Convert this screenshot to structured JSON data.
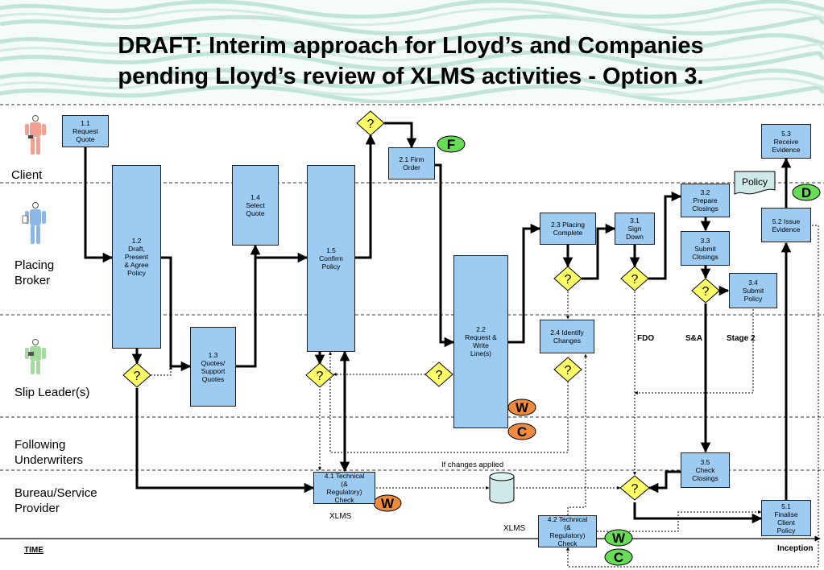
{
  "title": {
    "line1": "DRAFT: Interim approach for Lloyd’s and Companies",
    "line2": "pending Lloyd’s review of XLMS activities - Option 3."
  },
  "lanes": {
    "client": "Client",
    "placing_broker": "Placing\nBroker",
    "slip_leader": "Slip Leader(s)",
    "following": "Following\nUnderwriters",
    "bureau": "Bureau/Service\nProvider"
  },
  "boxes": {
    "b1_1": "1.1\nRequest\nQuote",
    "b1_2": "1.2\nDraft,\nPresent\n& Agree\nPolicy",
    "b1_3": "1.3\nQuotes/\nSupport\nQuotes",
    "b1_4": "1.4\nSelect\nQuote",
    "b1_5": "1.5\nConfirm\nPolicy",
    "b2_1": "2.1 Firm\nOrder",
    "b2_2": "2.2\nRequest &\nWrite\nLine(s)",
    "b2_3": "2.3 Placing\nComplete",
    "b2_4": "2.4 Identify\nChanges",
    "b3_1": "3.1\nSign\nDown",
    "b3_2": "3.2\nPrepare\nClosings",
    "b3_3": "3.3\nSubmit\nClosings",
    "b3_4": "3.4\nSubmit\nPolicy",
    "b3_5": "3.5\nCheck\nClosings",
    "b4_1": "4.1 Technical\n(&\nRegulatory)\nCheck",
    "b4_2": "4.2 Technical\n(&\nRegulatory)\nCheck",
    "b5_1": "5.1\nFinalise\nClient\nPolicy",
    "b5_2": "5.2 Issue\nEvidence",
    "b5_3": "5.3\nReceive\nEvidence"
  },
  "decision_symbol": "?",
  "badges": {
    "f": "F",
    "d": "D",
    "w": "W",
    "c": "C"
  },
  "document": "Policy",
  "notes": {
    "fdo": "FDO",
    "sa": "S&A",
    "stage2": "Stage 2",
    "if_changes": "If changes applied",
    "xlms": "XLMS",
    "time": "TIME",
    "inception": "Inception"
  },
  "colors": {
    "box_fill": "#9ecbf1",
    "diamond_fill": "#ffff66",
    "badge_green": "#66dd55",
    "badge_orange": "#f08a3c",
    "doc_fill": "#cfe8e8",
    "header_wave": "#b8e0d2"
  },
  "icons": {
    "client": "person-icon-pink",
    "broker": "person-icon-blue",
    "slip_leader": "person-icon-green",
    "database": "database-cylinder-icon"
  }
}
